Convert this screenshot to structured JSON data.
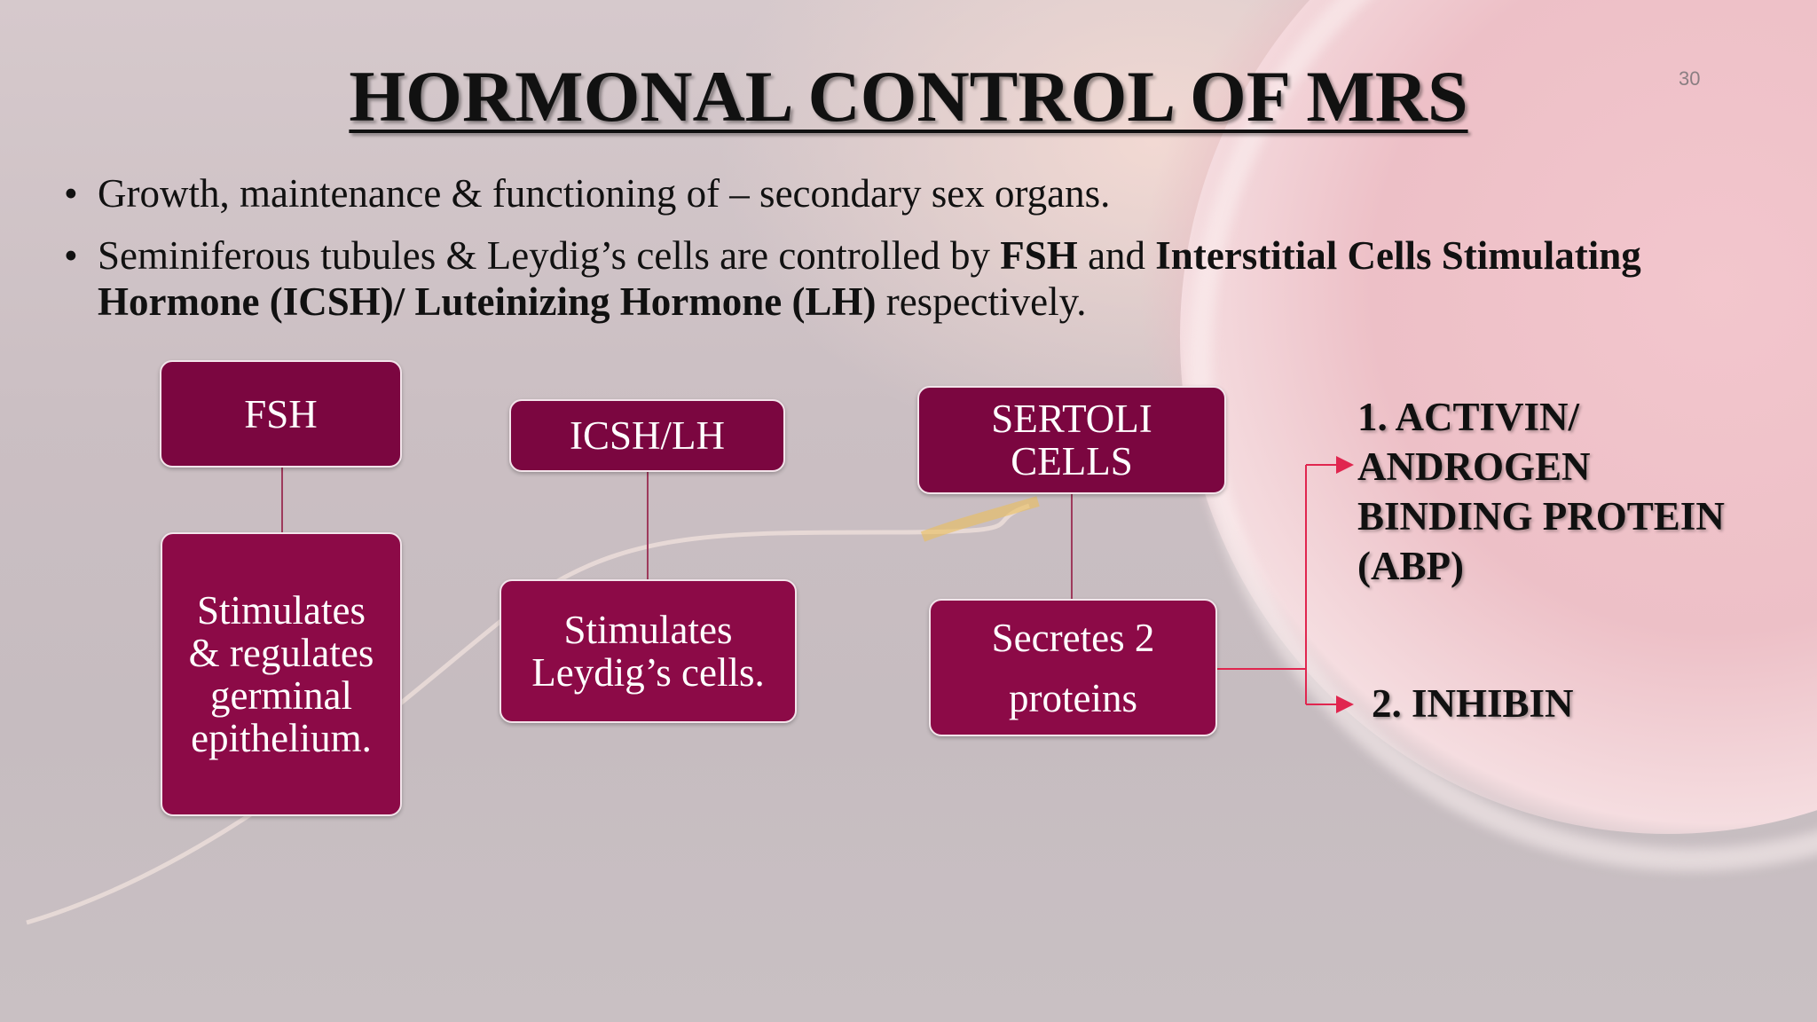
{
  "title": "HORMONAL CONTROL OF MRS",
  "page_number": "30",
  "bullets": [
    {
      "parts": [
        {
          "text": "Growth, maintenance & functioning of – secondary sex organs.",
          "bold": false
        }
      ]
    },
    {
      "parts": [
        {
          "text": "Seminiferous tubules & Leydig’s cells are controlled by ",
          "bold": false
        },
        {
          "text": "FSH",
          "bold": true
        },
        {
          "text": " and ",
          "bold": false
        },
        {
          "text": "Interstitial Cells Stimulating Hormone (ICSH)/ Luteinizing Hormone (LH)",
          "bold": true
        },
        {
          "text": " respectively.",
          "bold": false
        }
      ]
    }
  ],
  "diagram": {
    "fsh": {
      "label": "FSH",
      "effect": "Stimulates\n& regulates\ngerminal\nepithelium."
    },
    "icsh": {
      "label": "ICSH/LH",
      "effect": "Stimulates\nLeydig’s cells."
    },
    "sertoli": {
      "label": "SERTOLI\nCELLS",
      "effect": "Secretes 2\n\nproteins"
    },
    "outputs": [
      {
        "text": "1. ACTIVIN/\nANDROGEN\nBINDING PROTEIN\n(ABP)"
      },
      {
        "text": "2. INHIBIN"
      }
    ]
  },
  "colors": {
    "box": "#8c0a47",
    "box_dark": "#7b0640",
    "connector": "#9e3a5c",
    "arrow": "#e0264f"
  }
}
